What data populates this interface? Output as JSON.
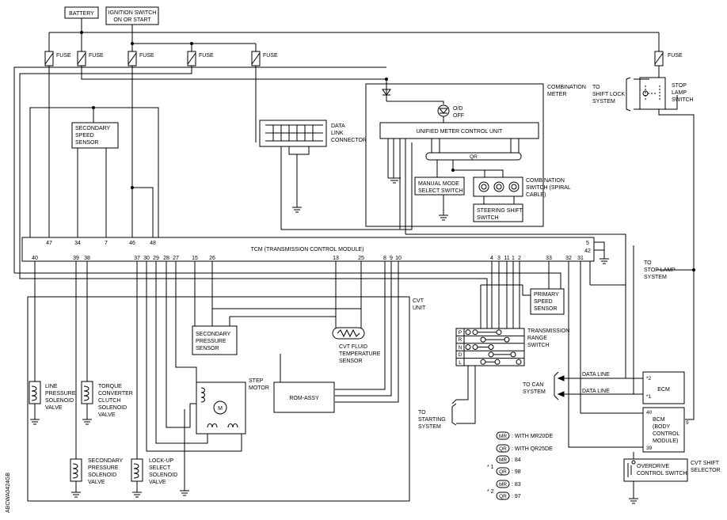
{
  "labels": {
    "battery": "BATTERY",
    "ignition": [
      "IGNITION SWITCH",
      "ON OR START"
    ],
    "fuse": "FUSE",
    "combination_meter": [
      "COMBINATION",
      "METER"
    ],
    "od_off": [
      "O/D",
      "OFF"
    ],
    "unified_meter": "UNIFIED METER CONTROL UNIT",
    "qr": "QR",
    "manual_mode": [
      "MANUAL MODE",
      "SELECT SWITCH"
    ],
    "combination_switch": [
      "COMBINATION",
      "SWITCH (SPIRAL",
      "CABLE)"
    ],
    "steering_shift": [
      "STEERING SHIFT",
      "SWITCH"
    ],
    "data_link": [
      "DATA",
      "LINK",
      "CONNECTOR"
    ],
    "secondary_speed_sensor": [
      "SECONDARY",
      "SPEED",
      "SENSOR"
    ],
    "to_shift_lock": [
      "TO",
      "SHIFT LOCK",
      "SYSTEM"
    ],
    "stop_lamp_switch": [
      "STOP",
      "LAMP",
      "SWITCH"
    ],
    "to_stop_lamp": [
      "TO",
      "STOP LAMP",
      "SYSTEM"
    ],
    "tcm": "TCM (TRANSMISSION CONTROL MODULE)",
    "cvt_unit": [
      "CVT",
      "UNIT"
    ],
    "primary_speed_sensor": [
      "PRIMARY",
      "SPEED",
      "SENSOR"
    ],
    "secondary_pressure_sensor": [
      "SECONDARY",
      "PRESSURE",
      "SENSOR"
    ],
    "cvt_fluid_temp": [
      "CVT FLUID",
      "TEMPERATURE",
      "SENSOR"
    ],
    "transmission_range": [
      "TRANSMISSION",
      "RANGE",
      "SWITCH"
    ],
    "line_pressure": [
      "LINE",
      "PRESSURE",
      "SOLENOID",
      "VALVE"
    ],
    "torque_converter": [
      "TORQUE",
      "CONVERTER",
      "CLUTCH",
      "SOLENOID",
      "VALVE"
    ],
    "step_motor": [
      "STEP",
      "MOTOR"
    ],
    "rom_assy": "ROM-ASSY",
    "motor_m": "M",
    "secondary_pressure_valve": [
      "SECONDARY",
      "PRESSURE",
      "SOLENOID",
      "VALVE"
    ],
    "lockup": [
      "LOCK-UP",
      "SELECT",
      "SOLENOID",
      "VALVE"
    ],
    "to_starting": [
      "TO",
      "STARTING",
      "SYSTEM"
    ],
    "to_can": [
      "TO CAN",
      "SYSTEM"
    ],
    "data_line": "DATA LINE",
    "ecm": "ECM",
    "ecm_pins": [
      "*2",
      "*1"
    ],
    "bcm": [
      "BCM",
      "(BODY",
      "CONTROL",
      "MODULE)"
    ],
    "bcm_pins": [
      "40",
      "9",
      "39"
    ],
    "overdrive_switch": [
      "OVERDRIVE",
      "CONTROL SWITCH"
    ],
    "cvt_shift_selector": [
      "CVT SHIFT",
      "SELECTOR"
    ],
    "watermark_code": "ABCWA0424GB"
  },
  "tcm_pins": {
    "top": [
      "47",
      "34",
      "7",
      "46",
      "48",
      "5",
      "42"
    ],
    "bottom": [
      "40",
      "39",
      "38",
      "37",
      "30",
      "29",
      "28",
      "27",
      "15",
      "26",
      "13",
      "25",
      "8",
      "9",
      "10",
      "4",
      "3",
      "11",
      "1",
      "2",
      "33",
      "32",
      "31"
    ]
  },
  "range_positions": [
    "P",
    "R",
    "N",
    "D",
    "L"
  ],
  "legend": [
    {
      "prefix": "",
      "tag": "MR",
      "text": ": WITH MR20DE"
    },
    {
      "prefix": "",
      "tag": "QR",
      "text": ": WITH QR25DE"
    },
    {
      "prefix": "",
      "tag": "MR",
      "text": ": 84"
    },
    {
      "prefix": "* 1",
      "tag": "QR",
      "text": ": 98"
    },
    {
      "prefix": "",
      "tag": "MR",
      "text": ": 83"
    },
    {
      "prefix": "* 2",
      "tag": "QR",
      "text": ": 97"
    }
  ]
}
